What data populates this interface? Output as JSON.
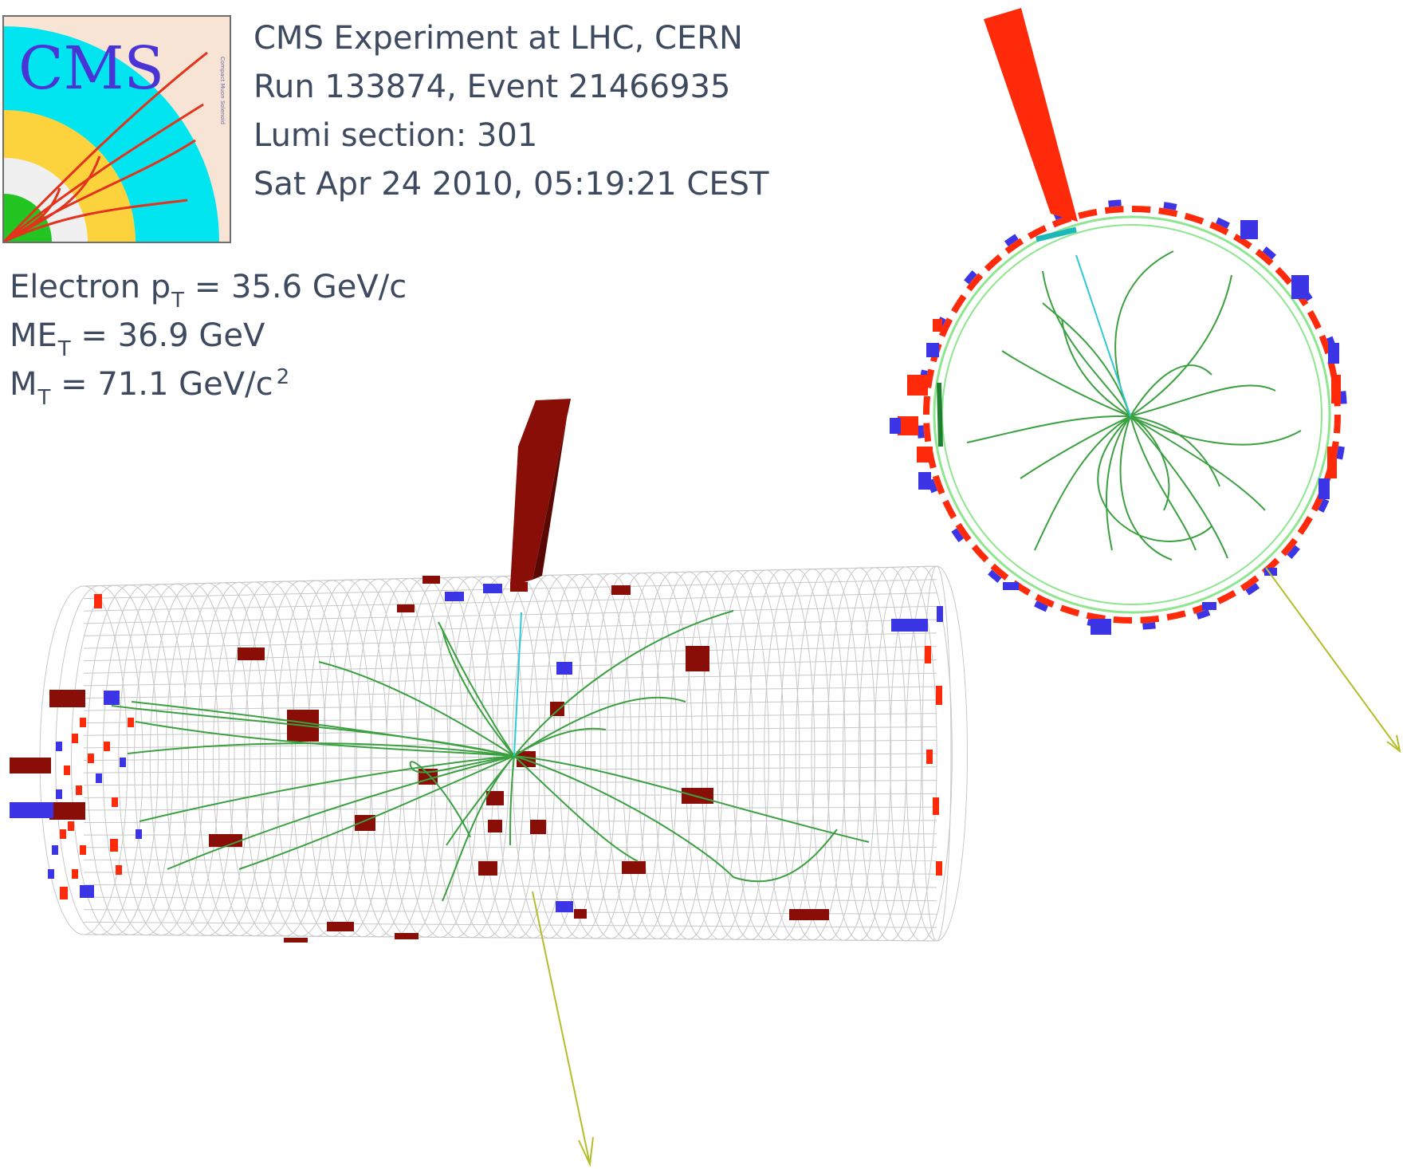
{
  "logo": {
    "text": "CMS",
    "small_text": "Compact Muon Solenoid",
    "colors": {
      "background": "#f8e4d4",
      "text": "#4a34d6",
      "outer_ring": "#00e5ef",
      "middle_ring": "#fcd33d",
      "inner_ring": "#f0f0f0",
      "core": "#22c522",
      "tracks": "#e4321c"
    }
  },
  "event_info": {
    "experiment": "CMS Experiment at LHC, CERN",
    "run_event": "Run 133874, Event 21466935",
    "lumi_section": "Lumi section: 301",
    "datetime": "Sat Apr 24 2010, 05:19:21 CEST"
  },
  "physics": {
    "electron_pt": {
      "prefix": "Electron p",
      "sub": "T",
      "value": "= 35.6 GeV/c"
    },
    "met": {
      "prefix": "ME",
      "sub": "T",
      "value": "= 36.9 GeV"
    },
    "mt": {
      "prefix": "M",
      "sub": "T",
      "value": "= 71.1 GeV/c",
      "sup": "2"
    }
  },
  "colors": {
    "text": "#3d4a60",
    "ecal_deposit": "#ff2a0a",
    "ecal_deposit_dark": "#8a0e08",
    "hcal_deposit": "#3b35e6",
    "tracks": "#3aa040",
    "electron_track": "#2fc8d8",
    "met_arrow": "#b4bd2a",
    "barrel_mesh": "#c8c8c8",
    "tracker_ring": "#8ee68e"
  }
}
